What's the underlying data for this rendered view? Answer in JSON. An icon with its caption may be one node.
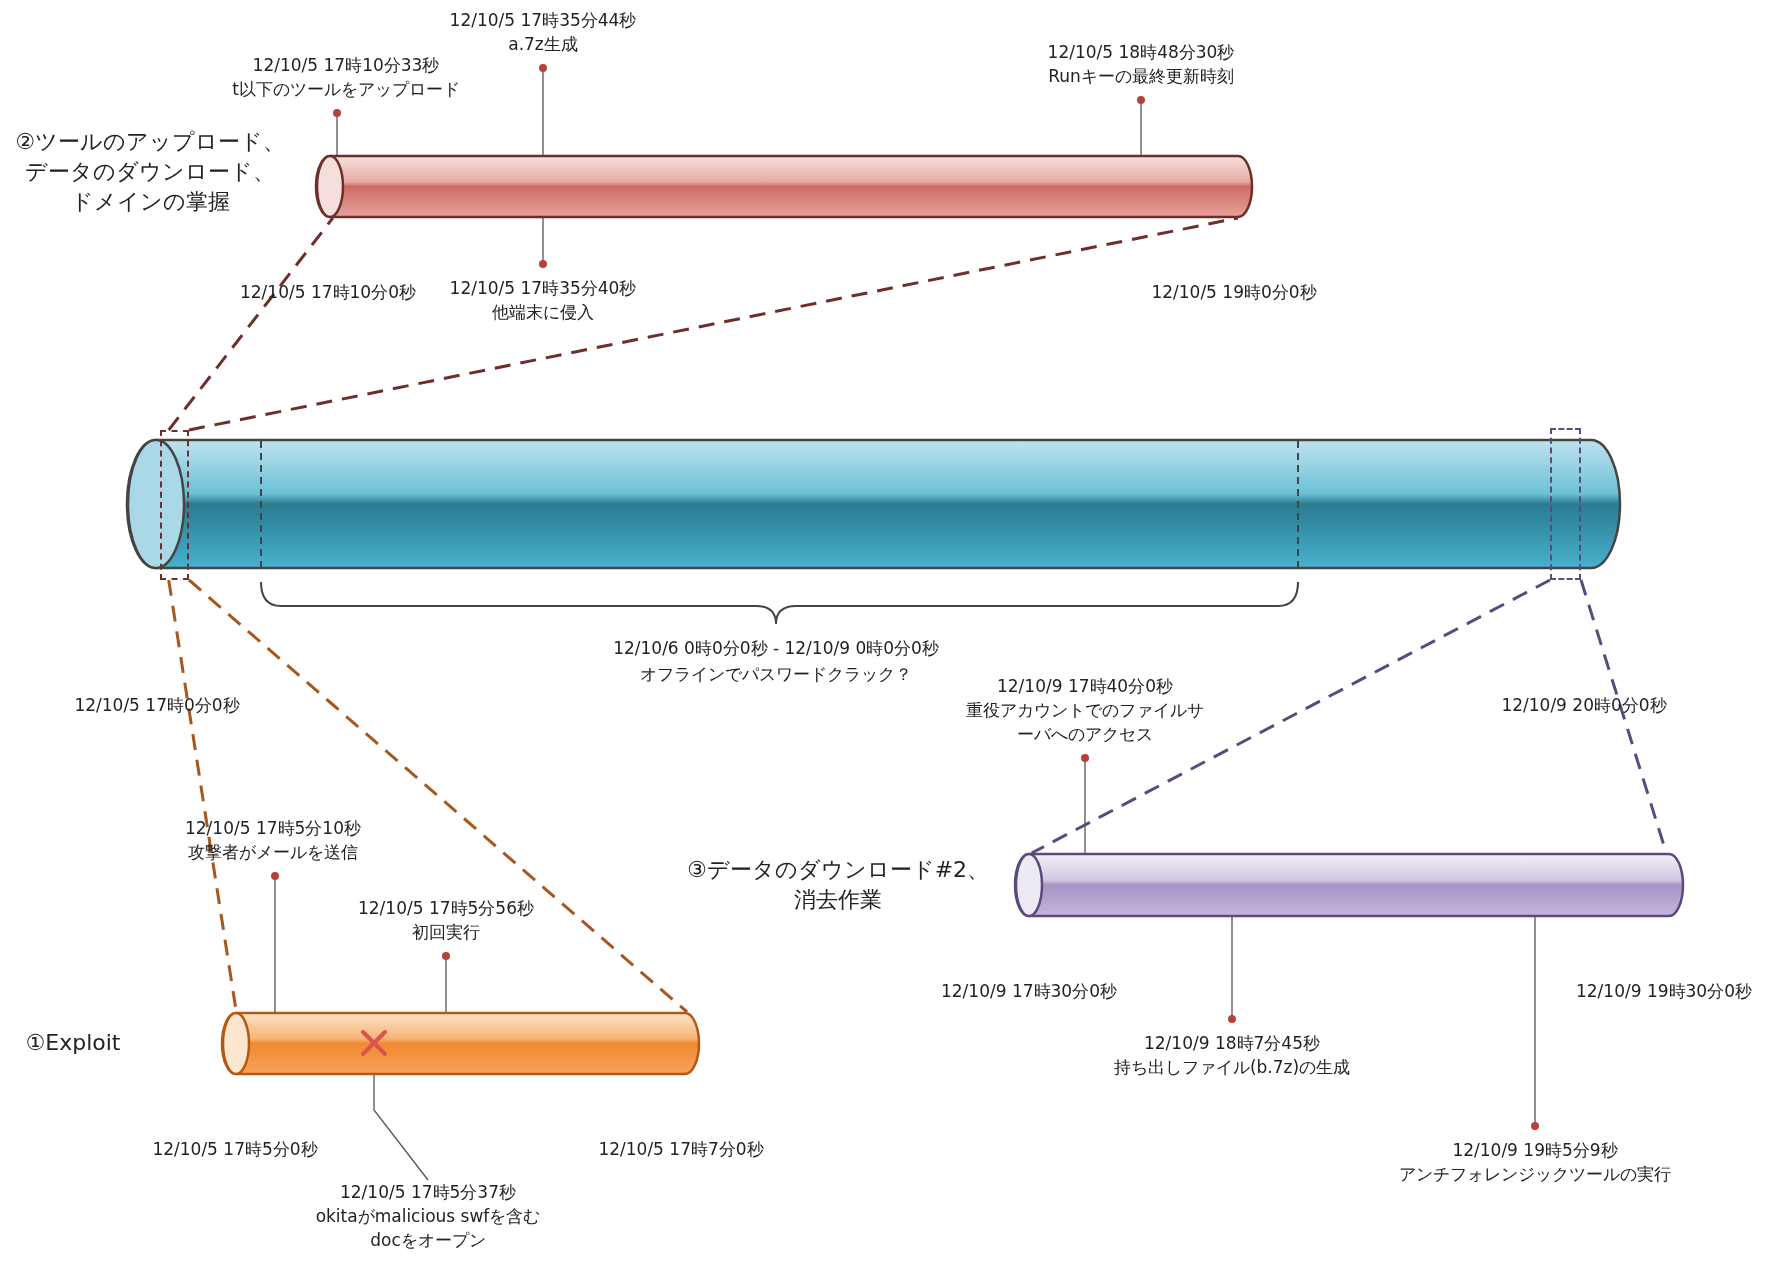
{
  "diagram": {
    "nodes": [
      {
        "text": [
          "12/10/5 17時35分44秒",
          "a.7z生成"
        ]
      },
      {
        "text": [
          "12/10/5 18時48分30秒",
          "Runキーの最終更新時刻"
        ]
      },
      {
        "text": [
          "12/10/5 17時10分33秒",
          "t以下のツールをアップロード"
        ]
      },
      {
        "text": [],
        "shape": "cylinder"
      },
      {
        "text": [
          "12/10/5 17時35分40秒",
          "他端末に侵入"
        ]
      },
      {
        "text": [],
        "shape": "cylinder"
      },
      {
        "text": [],
        "shape": "box"
      },
      {
        "text": [],
        "shape": "box"
      },
      {
        "text": [
          "12/10/9 17時40分0秒",
          "重役アカウントでのファイルサーバへのアクセス"
        ]
      },
      {
        "text": [
          "12/10/5 17時5分10秒",
          "攻撃者がメールを送信"
        ]
      },
      {
        "text": [],
        "shape": "cylinder"
      },
      {
        "text": [
          "12/10/5 17時5分56秒",
          "初回実行"
        ]
      },
      {
        "text": [],
        "shape": "cylinder"
      },
      {
        "text": [],
        "shape": "cross",
        "in": 12
      },
      {
        "text": [
          "12/10/9 18時7分45秒",
          "持ち出しファイル(b.7z)の生成"
        ]
      },
      {
        "text": [
          "12/10/9 19時5分9秒",
          "アンチフォレンジックツールの実行"
        ]
      },
      {
        "text": [
          "12/10/5 17時5分37秒",
          "okitaがmalicious swfを含むdocをオープン"
        ]
      }
    ],
    "edges": [
      {
        "from": 0,
        "to": 3,
        "arrow": "other"
      },
      {
        "from": 1,
        "to": 3,
        "arrow": "other"
      },
      {
        "from": 2,
        "to": 3,
        "arrow": "other"
      },
      {
        "from": 4,
        "to": 3,
        "arrow": "other"
      },
      {
        "from": 6,
        "to": 3,
        "arrow": "none",
        "style": "dashed",
        "color": "#6e2f2a"
      },
      {
        "from": 6,
        "to": 3,
        "arrow": "none",
        "style": "dashed",
        "color": "#6e2f2a"
      },
      {
        "from": 6,
        "to": 12,
        "arrow": "none",
        "style": "dashed",
        "color": "#a8561b"
      },
      {
        "from": 6,
        "to": 12,
        "arrow": "none",
        "style": "dashed",
        "color": "#a8561b"
      },
      {
        "from": 7,
        "to": 10,
        "arrow": "none",
        "style": "dashed",
        "color": "#5a4a7e"
      },
      {
        "from": 7,
        "to": 10,
        "arrow": "none",
        "style": "dashed",
        "color": "#5a4a7e"
      },
      {
        "from": 8,
        "to": 10,
        "arrow": "other"
      },
      {
        "from": 9,
        "to": 12,
        "arrow": "other"
      },
      {
        "from": 11,
        "to": 12,
        "arrow": "other"
      },
      {
        "from": 14,
        "to": 10,
        "arrow": "other"
      },
      {
        "from": 15,
        "to": 10,
        "arrow": "other"
      },
      {
        "from": 16,
        "to": 13,
        "arrow": "none"
      }
    ],
    "labels": [
      "②ツールのアップロード、データのダウンロード、ドメインの掌握",
      "12/10/5 17時10分0秒",
      "12/10/5 19時0分0秒",
      "12/10/6 0時0分0秒 - 12/10/9 0時0分0秒",
      "オフラインでパスワードクラック？",
      "12/10/5 17時0分0秒",
      "12/10/9 20時0分0秒",
      "③データのダウンロード#2、消去作業",
      "12/10/9 17時30分0秒",
      "①Exploit",
      "12/10/9 19時30分0秒",
      "12/10/5 17時5分0秒",
      "12/10/5 17時7分0秒"
    ]
  }
}
